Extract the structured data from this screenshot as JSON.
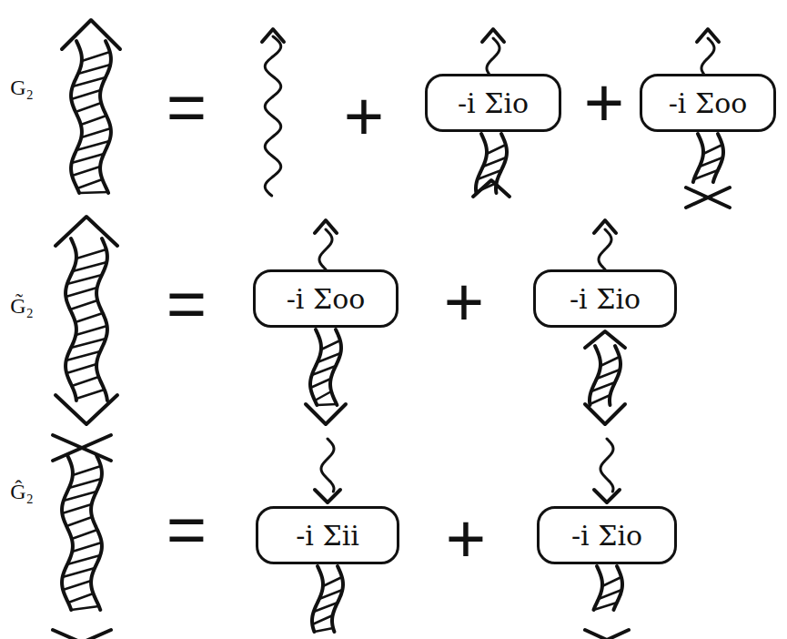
{
  "diagram": {
    "nodes": [
      {
        "text": [
          "-i Σio"
        ]
      },
      {
        "text": [
          "-i Σoo"
        ]
      },
      {
        "text": [
          "-i Σoo"
        ]
      },
      {
        "text": [
          "-i Σio"
        ]
      },
      {
        "text": [
          "-i Σii"
        ]
      },
      {
        "text": [
          "-i Σio"
        ]
      }
    ],
    "labels": [
      "G₂",
      "=",
      "+",
      "+",
      "G̃₂",
      "=",
      "+",
      "Ĝ₂",
      "=",
      "+"
    ]
  }
}
